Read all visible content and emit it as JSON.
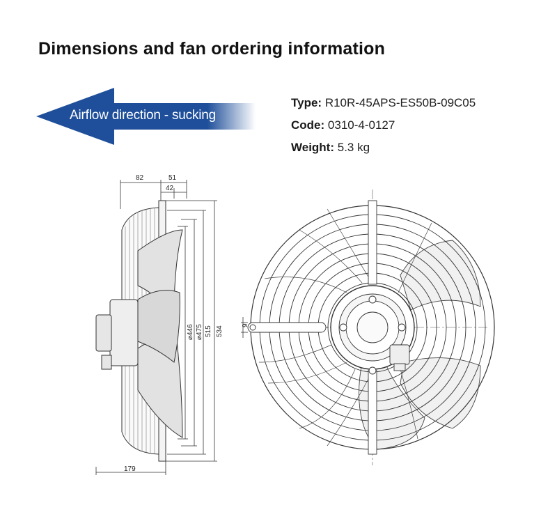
{
  "title": "Dimensions and fan ordering information",
  "airflow": {
    "label": "Airflow direction - sucking",
    "color": "#1f4f9a"
  },
  "specs": [
    {
      "key": "Type:",
      "value": "R10R-45APS-ES50B-09C05"
    },
    {
      "key": "Code:",
      "value": "0310-4-0127"
    },
    {
      "key": "Weight:",
      "value": "5.3 kg"
    }
  ],
  "dimensions": {
    "d82": "82",
    "d51": "51",
    "d42": "42",
    "d179": "179",
    "d446": "⌀446",
    "d475": "⌀475",
    "d515": "515",
    "d534": "534",
    "d9": "9"
  }
}
